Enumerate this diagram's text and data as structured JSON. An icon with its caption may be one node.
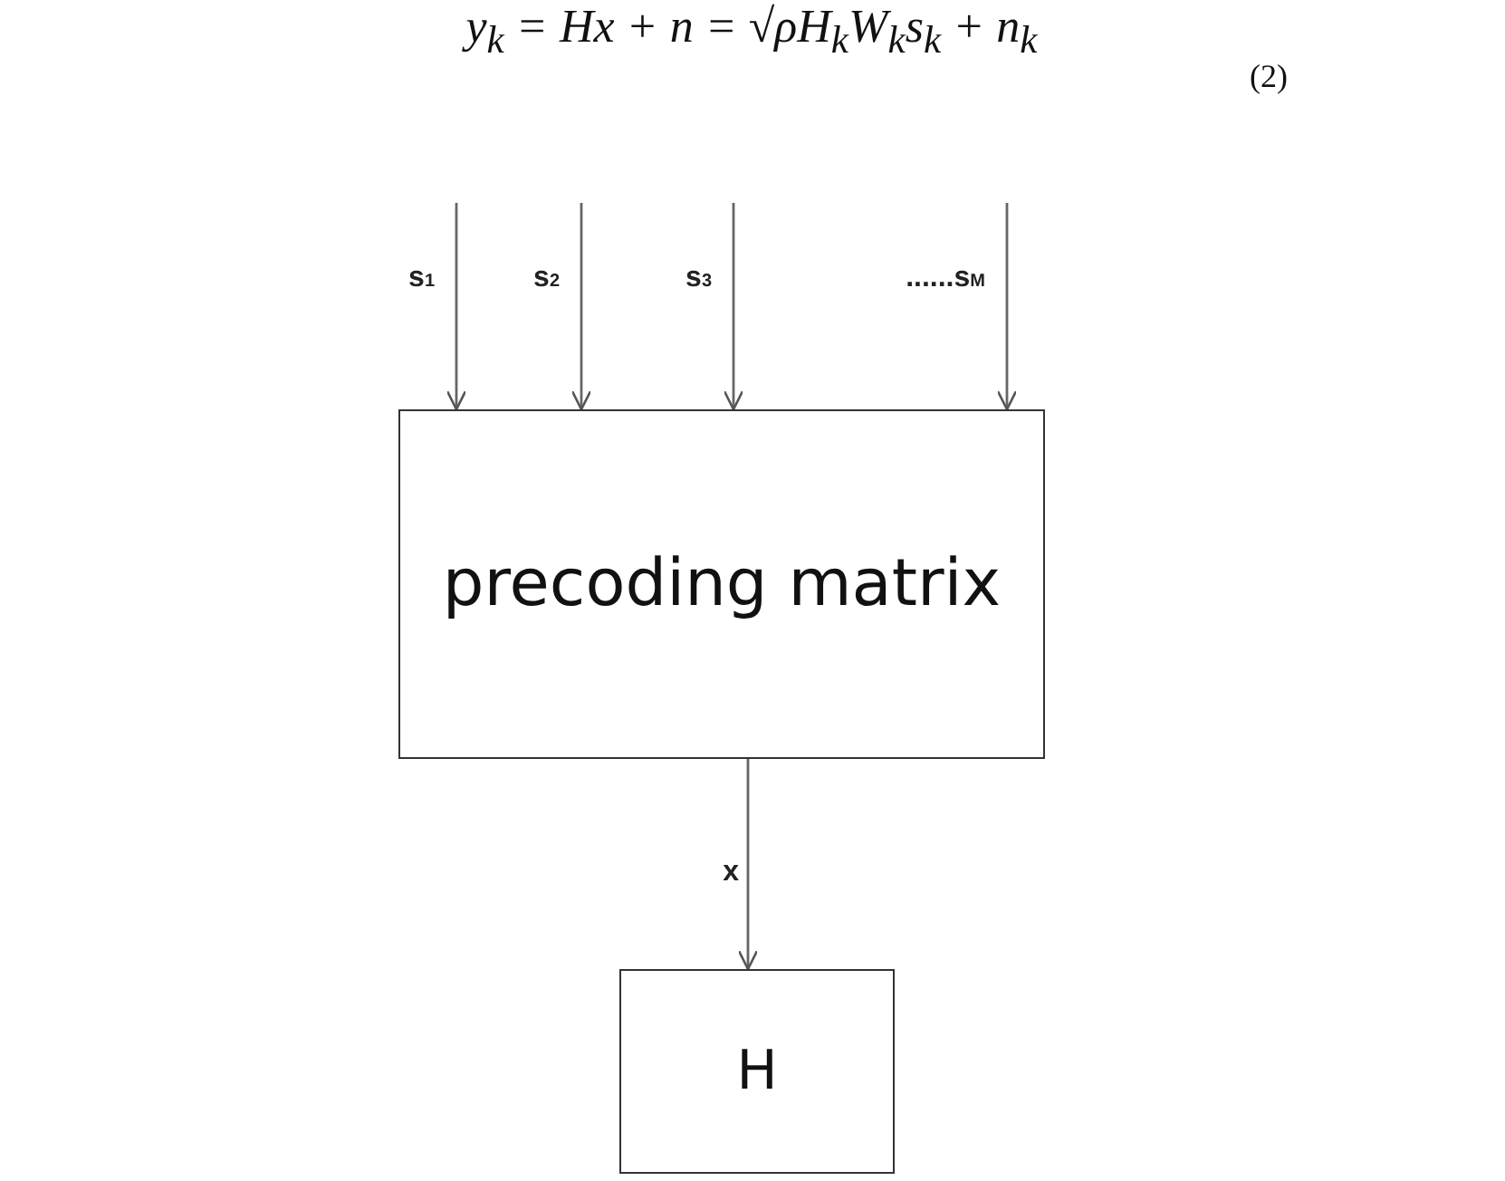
{
  "diagram": {
    "nodes": [
      {
        "text": [
          "precoding matrix"
        ]
      },
      {
        "text": [
          "H"
        ]
      }
    ],
    "edges": [
      {
        "from": null,
        "to": 0,
        "arrow": "to",
        "label": "s$_{1}$"
      },
      {
        "from": null,
        "to": 0,
        "arrow": "to",
        "label": "s$_{2}$"
      },
      {
        "from": null,
        "to": 0,
        "arrow": "to",
        "label": "s$_{3}$"
      },
      {
        "from": null,
        "to": 0,
        "arrow": "to",
        "label": "......s$_{M}$"
      },
      {
        "from": 0,
        "to": 1,
        "arrow": "to",
        "label": "x"
      }
    ],
    "labels": [
      "y$_{k}$ = Hx + n = √ρH$_{k}$W$_{k}$s$_{k}$ + n$_{k}$",
      "(2)"
    ]
  }
}
